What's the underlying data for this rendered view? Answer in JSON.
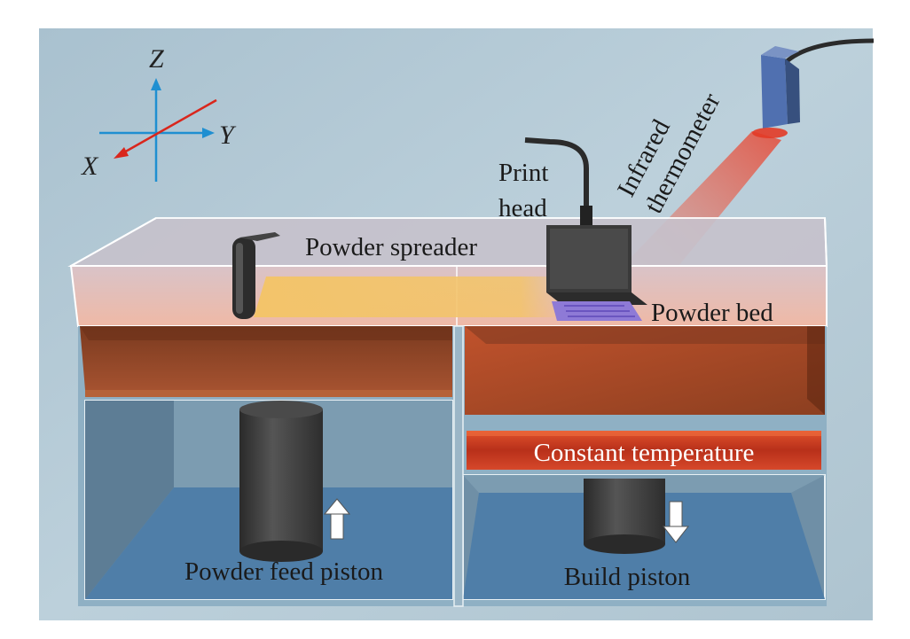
{
  "axes": {
    "z_label": "Z",
    "y_label": "Y",
    "x_label": "X"
  },
  "labels": {
    "print_head_line1": "Print",
    "print_head_line2": "head",
    "infrared_line1": "Infrared",
    "infrared_line2": "thermometer",
    "powder_spreader": "Powder spreader",
    "powder_bed": "Powder bed",
    "constant_temperature": "Constant temperature",
    "powder_feed_piston": "Powder feed piston",
    "build_piston": "Build piston"
  },
  "colors": {
    "background": "#b4cad6",
    "powder": "#8a4424",
    "heater": "#c53a1c",
    "piston": "#3e3e3e",
    "axis_red": "#d9261c",
    "axis_blue": "#1f8fd1",
    "print_area": "#8e7ad6",
    "spread_powder": "#f1c067",
    "ir_beam": "#e8412c"
  },
  "icons": {
    "up_arrow": "arrow-up-icon",
    "down_arrow": "arrow-down-icon"
  }
}
